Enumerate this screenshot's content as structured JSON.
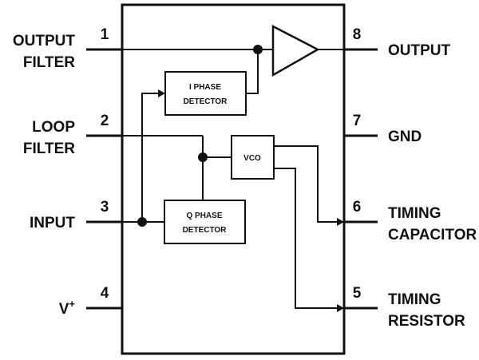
{
  "colors": {
    "ink": "#111111",
    "background": "#ffffff"
  },
  "pins": {
    "p1": {
      "number": "1",
      "line1": "OUTPUT",
      "line2": "FILTER"
    },
    "p2": {
      "number": "2",
      "line1": "LOOP",
      "line2": "FILTER"
    },
    "p3": {
      "number": "3",
      "line1": "INPUT"
    },
    "p4": {
      "number": "4",
      "line1": "V",
      "sup": "+"
    },
    "p5": {
      "number": "5",
      "line1": "TIMING",
      "line2": "RESISTOR"
    },
    "p6": {
      "number": "6",
      "line1": "TIMING",
      "line2": "CAPACITOR"
    },
    "p7": {
      "number": "7",
      "line1": "GND"
    },
    "p8": {
      "number": "8",
      "line1": "OUTPUT"
    }
  },
  "blocks": {
    "i_phase": {
      "line1": "I PHASE",
      "line2": "DETECTOR"
    },
    "q_phase": {
      "line1": "Q PHASE",
      "line2": "DETECTOR"
    },
    "vco": {
      "label": "VCO"
    }
  }
}
